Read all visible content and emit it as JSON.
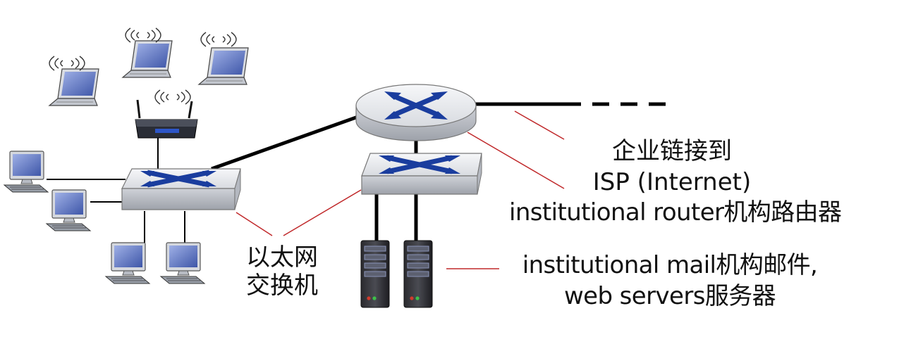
{
  "labels": {
    "ethernet_switch_line1": "以太网",
    "ethernet_switch_line2": "交换机",
    "isp_link_line1": "企业链接到",
    "isp_link_line2": "ISP (Internet)",
    "institutional_router": "institutional router机构路由器",
    "servers_line1": "institutional mail机构邮件,",
    "servers_line2": "web servers服务器"
  },
  "colors": {
    "link": "#000000",
    "annotation_line": "#c0282a",
    "switch_icon": "#1a3d9e",
    "device_face": "#e4e6ea",
    "screen": "#6f86c9"
  },
  "icons": [
    "laptop-icon",
    "wireless-router-icon",
    "desktop-computer-icon",
    "ethernet-switch-icon",
    "router-icon",
    "server-icon"
  ]
}
